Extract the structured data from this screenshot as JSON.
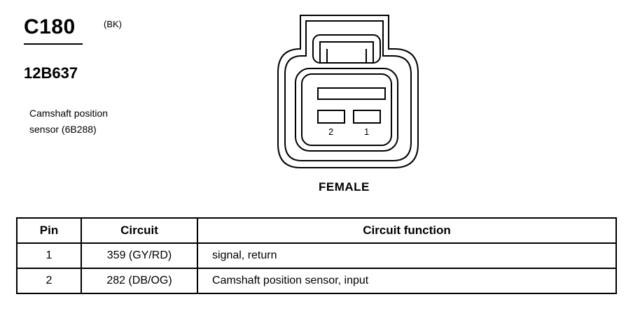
{
  "connector": {
    "id": "C180",
    "color_code": "(BK)",
    "part_number": "12B637",
    "description_line1": "Camshaft position",
    "description_line2": "sensor (6B288)",
    "gender": "FEMALE",
    "pin_labels": [
      "2",
      "1"
    ]
  },
  "table": {
    "headers": [
      "Pin",
      "Circuit",
      "Circuit function"
    ],
    "rows": [
      {
        "pin": "1",
        "circuit": "359 (GY/RD)",
        "function": "signal, return"
      },
      {
        "pin": "2",
        "circuit": "282 (DB/OG)",
        "function": "Camshaft position sensor, input"
      }
    ]
  }
}
